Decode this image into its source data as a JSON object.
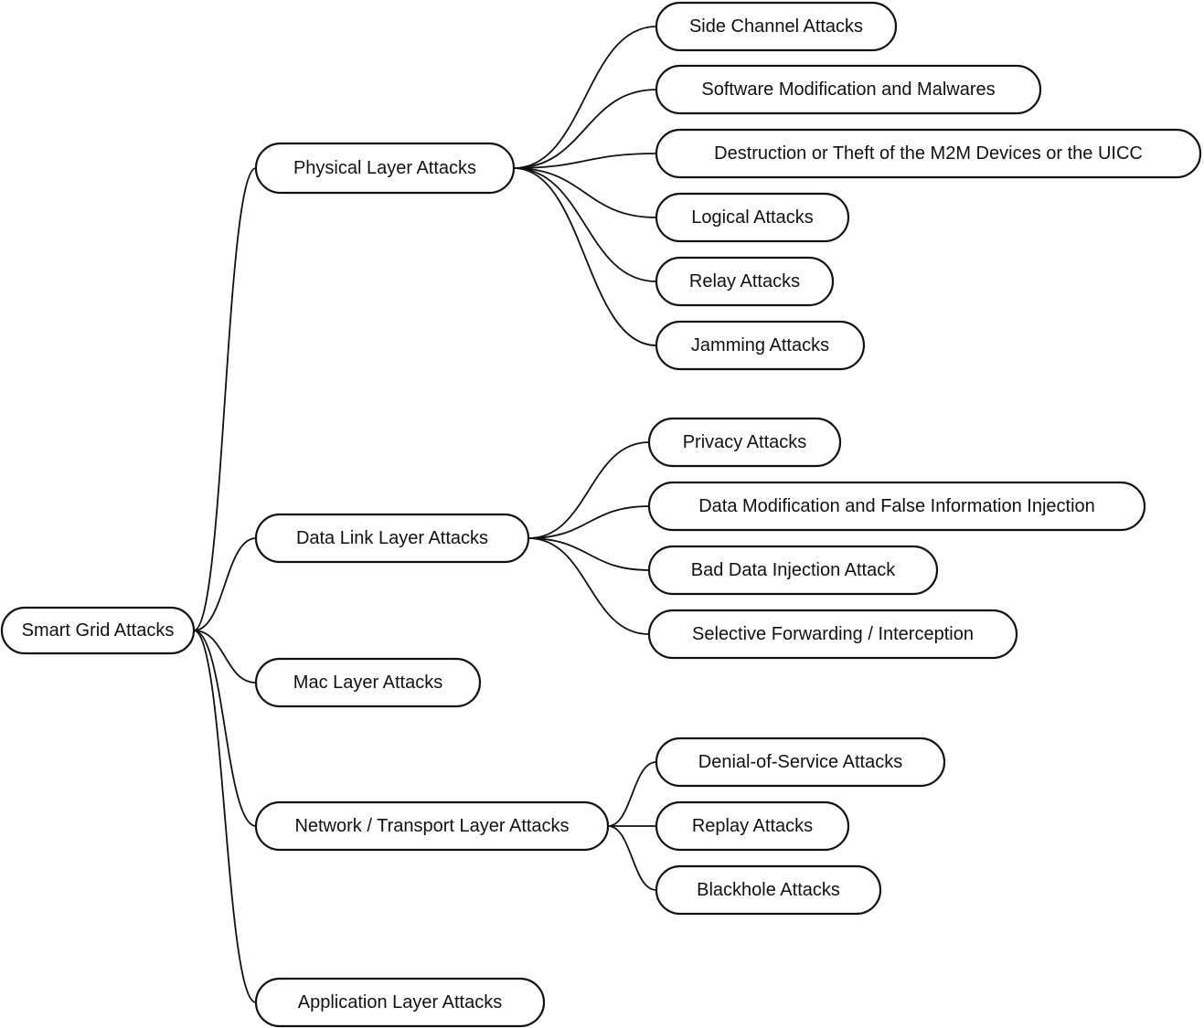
{
  "root": {
    "id": "smart-grid-attacks",
    "label": "Smart Grid Attacks",
    "children": [
      {
        "id": "physical-layer-attacks",
        "label": "Physical Layer Attacks",
        "children": [
          {
            "id": "side-channel-attacks",
            "label": "Side Channel Attacks"
          },
          {
            "id": "software-modification-and-malwares",
            "label": "Software Modification and Malwares"
          },
          {
            "id": "destruction-or-theft",
            "label": "Destruction or Theft of the M2M Devices or the UICC"
          },
          {
            "id": "logical-attacks",
            "label": "Logical Attacks"
          },
          {
            "id": "relay-attacks",
            "label": "Relay Attacks"
          },
          {
            "id": "jamming-attacks",
            "label": "Jamming Attacks"
          }
        ]
      },
      {
        "id": "data-link-layer-attacks",
        "label": "Data Link Layer Attacks",
        "children": [
          {
            "id": "privacy-attacks",
            "label": "Privacy Attacks"
          },
          {
            "id": "data-modification",
            "label": "Data Modification and False Information Injection"
          },
          {
            "id": "bad-data-injection-attack",
            "label": "Bad Data Injection Attack"
          },
          {
            "id": "selective-forwarding",
            "label": "Selective Forwarding / Interception"
          }
        ]
      },
      {
        "id": "mac-layer-attacks",
        "label": "Mac Layer Attacks",
        "children": []
      },
      {
        "id": "network-transport-layer-attacks",
        "label": "Network / Transport Layer Attacks",
        "children": [
          {
            "id": "denial-of-service-attacks",
            "label": "Denial-of-Service Attacks"
          },
          {
            "id": "replay-attacks",
            "label": "Replay Attacks"
          },
          {
            "id": "blackhole-attacks",
            "label": "Blackhole Attacks"
          }
        ]
      },
      {
        "id": "application-layer-attacks",
        "label": "Application Layer Attacks",
        "children": []
      }
    ]
  }
}
